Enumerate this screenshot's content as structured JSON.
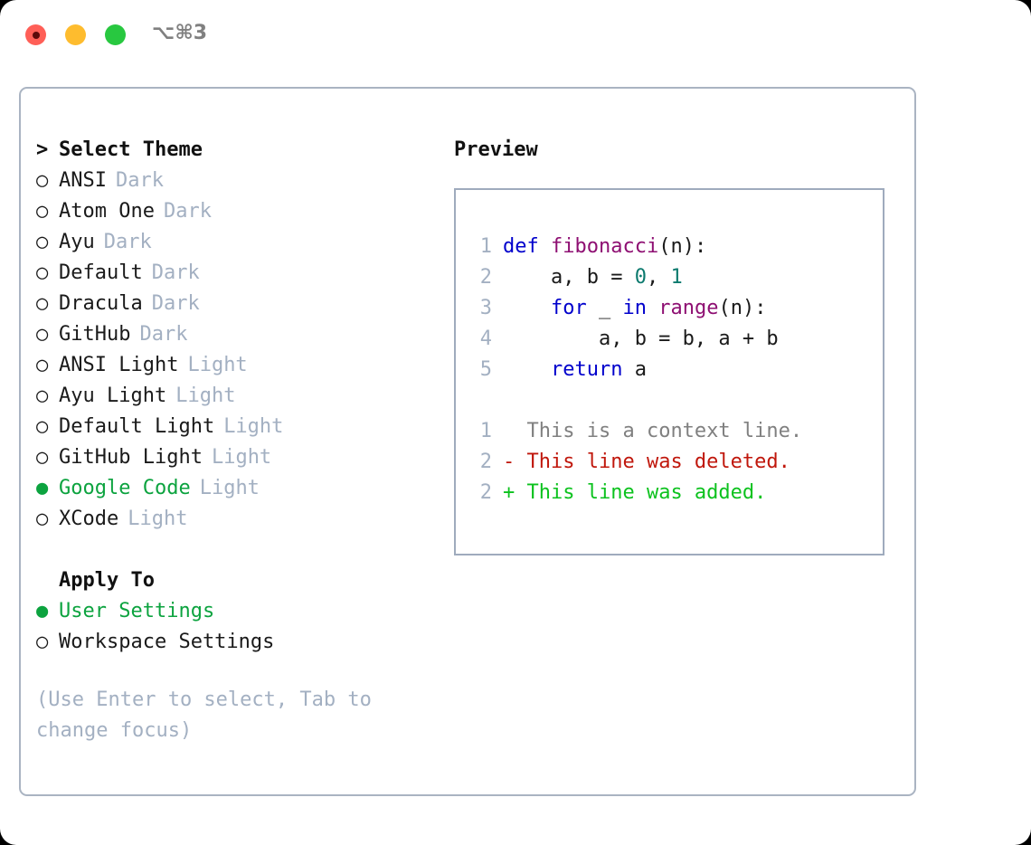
{
  "window": {
    "traffic_lights": [
      {
        "name": "close",
        "color": "#ff5f57"
      },
      {
        "name": "minimize",
        "color": "#febc2e"
      },
      {
        "name": "maximize",
        "color": "#28c840"
      }
    ],
    "shortcut": "⌥⌘3"
  },
  "theme_picker": {
    "header_marker": ">",
    "header_label": "Select Theme",
    "unselected_marker": "○",
    "selected_marker": "●",
    "accent_color": "#0ca33f",
    "tag_color": "#a3b0c2",
    "items": [
      {
        "marker": "○",
        "label": "ANSI",
        "tag": "Dark",
        "selected": false
      },
      {
        "marker": "○",
        "label": "Atom One",
        "tag": "Dark",
        "selected": false
      },
      {
        "marker": "○",
        "label": "Ayu",
        "tag": "Dark",
        "selected": false
      },
      {
        "marker": "○",
        "label": "Default",
        "tag": "Dark",
        "selected": false
      },
      {
        "marker": "○",
        "label": "Dracula",
        "tag": "Dark",
        "selected": false
      },
      {
        "marker": "○",
        "label": "GitHub",
        "tag": "Dark",
        "selected": false
      },
      {
        "marker": "○",
        "label": "ANSI Light",
        "tag": "Light",
        "selected": false
      },
      {
        "marker": "○",
        "label": "Ayu Light",
        "tag": "Light",
        "selected": false
      },
      {
        "marker": "○",
        "label": "Default Light",
        "tag": "Light",
        "selected": false
      },
      {
        "marker": "○",
        "label": "GitHub Light",
        "tag": "Light",
        "selected": false
      },
      {
        "marker": "●",
        "label": "Google Code",
        "tag": "Light",
        "selected": true
      },
      {
        "marker": "○",
        "label": "XCode",
        "tag": "Light",
        "selected": false
      }
    ]
  },
  "apply_to": {
    "title": "Apply To",
    "items": [
      {
        "marker": "●",
        "label": "User Settings",
        "selected": true
      },
      {
        "marker": "○",
        "label": "Workspace Settings",
        "selected": false
      }
    ]
  },
  "hint": "(Use Enter to select, Tab to change focus)",
  "preview": {
    "title": "Preview",
    "code_lines": [
      {
        "number": "1",
        "tokens": [
          {
            "text": "def ",
            "cls": "t-kw"
          },
          {
            "text": "fibonacci",
            "cls": "t-fn"
          },
          {
            "text": "(n):",
            "cls": "t-txt"
          }
        ]
      },
      {
        "number": "2",
        "tokens": [
          {
            "text": "    a, b = ",
            "cls": "t-txt"
          },
          {
            "text": "0",
            "cls": "t-num"
          },
          {
            "text": ", ",
            "cls": "t-txt"
          },
          {
            "text": "1",
            "cls": "t-num"
          }
        ]
      },
      {
        "number": "3",
        "tokens": [
          {
            "text": "    ",
            "cls": "t-txt"
          },
          {
            "text": "for",
            "cls": "t-kw"
          },
          {
            "text": " _ ",
            "cls": "t-txt"
          },
          {
            "text": "in",
            "cls": "t-kw"
          },
          {
            "text": " ",
            "cls": "t-txt"
          },
          {
            "text": "range",
            "cls": "t-fn"
          },
          {
            "text": "(n):",
            "cls": "t-txt"
          }
        ]
      },
      {
        "number": "4",
        "tokens": [
          {
            "text": "        a, b = b, a + b",
            "cls": "t-txt"
          }
        ]
      },
      {
        "number": "5",
        "tokens": [
          {
            "text": "    ",
            "cls": "t-txt"
          },
          {
            "text": "return",
            "cls": "t-kw"
          },
          {
            "text": " a",
            "cls": "t-txt"
          }
        ]
      }
    ],
    "diff_lines": [
      {
        "number": "1",
        "prefix": "  ",
        "text": "This is a context line.",
        "cls": "t-ctx"
      },
      {
        "number": "2",
        "prefix": "- ",
        "text": "This line was deleted.",
        "cls": "t-del"
      },
      {
        "number": "2",
        "prefix": "+ ",
        "text": "This line was added.",
        "cls": "t-add"
      }
    ]
  }
}
